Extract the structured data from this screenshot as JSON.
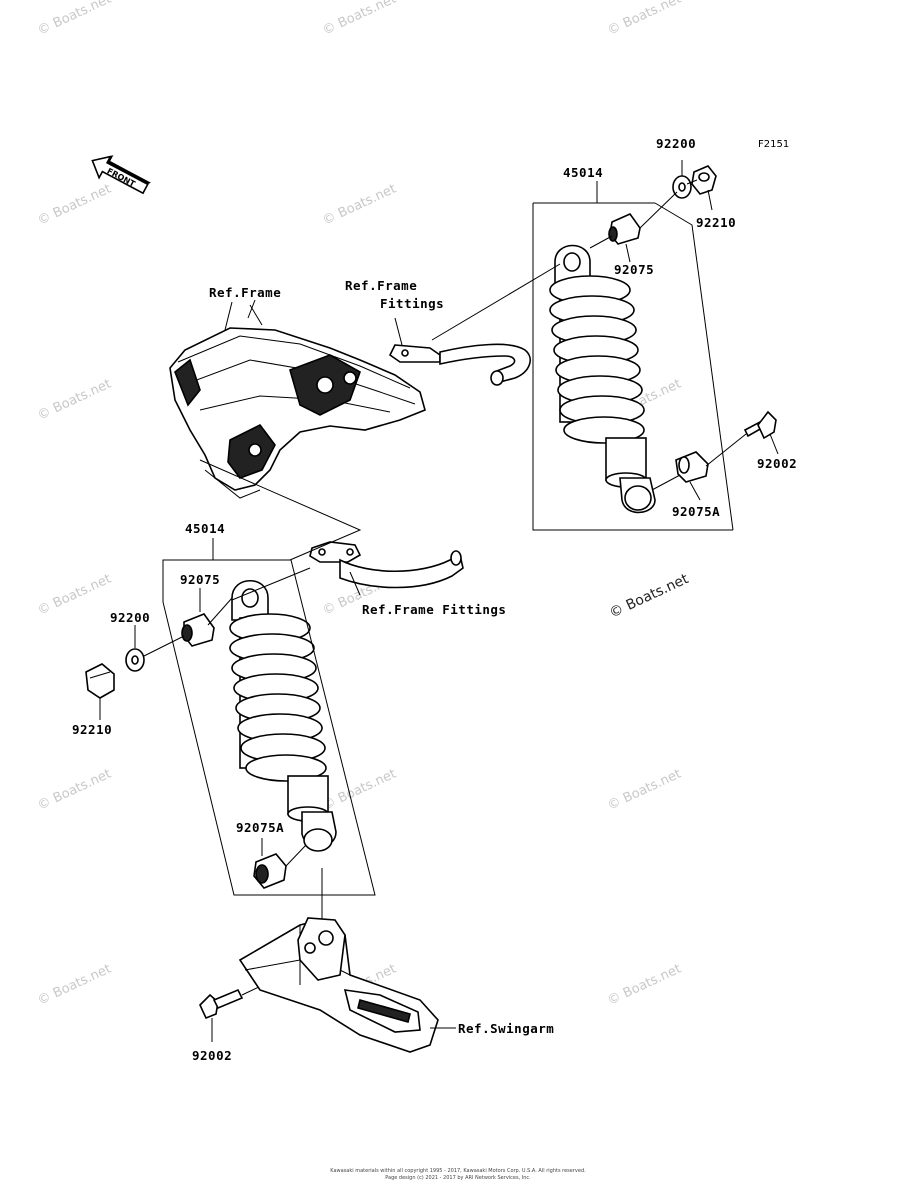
{
  "figure_code": "F2151",
  "front_label": "FRONT",
  "watermark": "© Boats.net",
  "watermark_main": "© Boats.net",
  "callouts": {
    "shock_upper": "45014",
    "shock_lower": "45014",
    "washer_right": "92200",
    "nut_right": "92210",
    "bushing_right_top": "92075",
    "bolt_right": "92002",
    "bushing_right_bottom": "92075A",
    "bushing_left_top": "92075",
    "washer_left": "92200",
    "nut_left": "92210",
    "bushing_left_bottom": "92075A",
    "bolt_left": "92002"
  },
  "refs": {
    "frame": "Ref.Frame",
    "frame_fittings_top_1": "Ref.Frame",
    "frame_fittings_top_2": "Fittings",
    "frame_fittings_bottom": "Ref.Frame Fittings",
    "swingarm": "Ref.Swingarm"
  },
  "footer": {
    "line1": "Kawasaki materials within all copyright 1995 - 2017, Kawasaki Motors Corp. U.S.A. All rights reserved.",
    "line2": "Page design (c) 2021 - 2017 by ARI Network Services, Inc."
  }
}
